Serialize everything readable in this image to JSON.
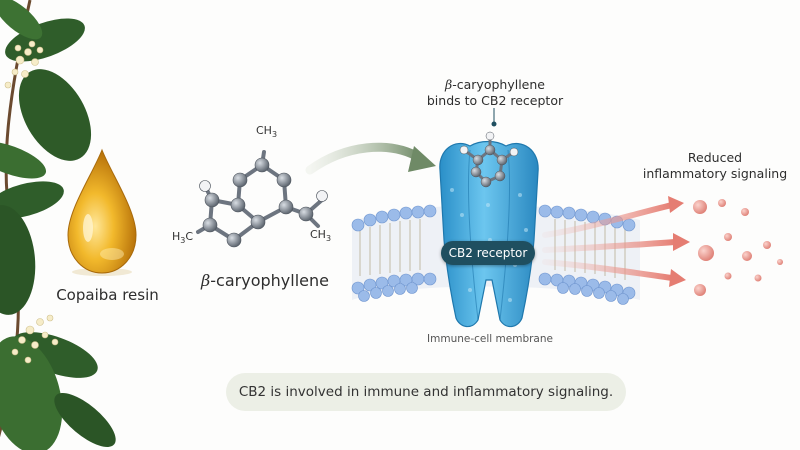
{
  "labels": {
    "resin": "Copaiba resin",
    "molecule_prefix": "β",
    "molecule_suffix": "-caryophyllene",
    "binds_prefix": "β",
    "binds_line1_suffix": "-caryophyllene",
    "binds_line2": "binds to CB2 receptor",
    "signal_line1": "Reduced",
    "signal_line2": "inflammatory signaling",
    "membrane": "Immune-cell membrane",
    "receptor_tag": "CB2 receptor",
    "caption": "CB2 is involved in immune and inflammatory signaling."
  },
  "molecule": {
    "top_methyl": "CH",
    "left_methyl_prefix": "H",
    "left_methyl_suffix": "C",
    "right_methyl": "CH",
    "subscript": "3"
  },
  "colors": {
    "leaf": "#2f5d2a",
    "resin_gold": "#e3a417",
    "receptor_blue": "#3aa8dc",
    "membrane_head": "#8fb4e6",
    "tag_bg": "#1f4f60",
    "signal_pink": "#e8968e",
    "caption_bg": "#ecefe6"
  },
  "icons": {
    "plant": "copaiba-branch-icon",
    "drop": "resin-drop-icon",
    "molecule": "molecule-icon",
    "receptor": "receptor-icon"
  }
}
